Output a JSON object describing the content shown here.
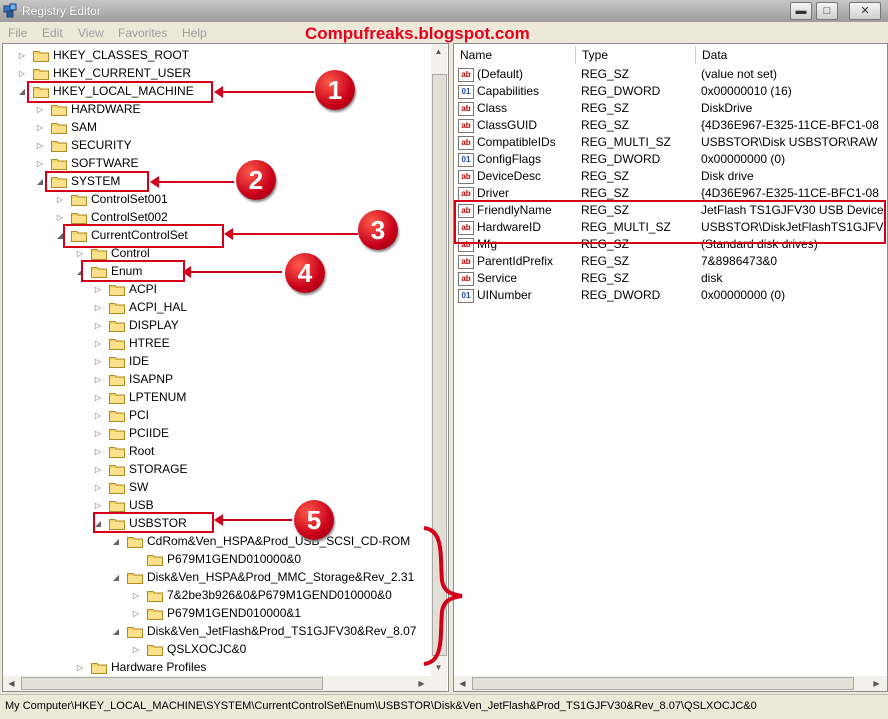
{
  "window": {
    "title": "Registry Editor",
    "watermark": "Compufreaks.blogspot.com",
    "controls": {
      "minimize": "▬",
      "maximize": "□",
      "close": "✕"
    }
  },
  "menu": [
    "File",
    "Edit",
    "View",
    "Favorites",
    "Help"
  ],
  "tree": {
    "nodes": [
      {
        "label": "HKEY_CLASSES_ROOT",
        "expander": "▷"
      },
      {
        "label": "HKEY_CURRENT_USER",
        "expander": "▷"
      },
      {
        "label": "HKEY_LOCAL_MACHINE",
        "expander": "◢"
      },
      {
        "label": "HARDWARE",
        "expander": "▷"
      },
      {
        "label": "SAM",
        "expander": "▷"
      },
      {
        "label": "SECURITY",
        "expander": "▷"
      },
      {
        "label": "SOFTWARE",
        "expander": "▷"
      },
      {
        "label": "SYSTEM",
        "expander": "◢"
      },
      {
        "label": "ControlSet001",
        "expander": "▷"
      },
      {
        "label": "ControlSet002",
        "expander": "▷"
      },
      {
        "label": "CurrentControlSet",
        "expander": "◢"
      },
      {
        "label": "Control",
        "expander": "▷"
      },
      {
        "label": "Enum",
        "expander": "◢"
      },
      {
        "label": "ACPI",
        "expander": "▷"
      },
      {
        "label": "ACPI_HAL",
        "expander": "▷"
      },
      {
        "label": "DISPLAY",
        "expander": "▷"
      },
      {
        "label": "HTREE",
        "expander": "▷"
      },
      {
        "label": "IDE",
        "expander": "▷"
      },
      {
        "label": "ISAPNP",
        "expander": "▷"
      },
      {
        "label": "LPTENUM",
        "expander": "▷"
      },
      {
        "label": "PCI",
        "expander": "▷"
      },
      {
        "label": "PCIIDE",
        "expander": "▷"
      },
      {
        "label": "Root",
        "expander": "▷"
      },
      {
        "label": "STORAGE",
        "expander": "▷"
      },
      {
        "label": "SW",
        "expander": "▷"
      },
      {
        "label": "USB",
        "expander": "▷"
      },
      {
        "label": "USBSTOR",
        "expander": "◢"
      },
      {
        "label": "CdRom&Ven_HSPA&Prod_USB_SCSI_CD-ROM",
        "expander": "◢"
      },
      {
        "label": "P679M1GEND010000&0",
        "expander": ""
      },
      {
        "label": "Disk&Ven_HSPA&Prod_MMC_Storage&Rev_2.31",
        "expander": "◢"
      },
      {
        "label": "7&2be3b926&0&P679M1GEND010000&0",
        "expander": "▷"
      },
      {
        "label": "P679M1GEND010000&1",
        "expander": "▷"
      },
      {
        "label": "Disk&Ven_JetFlash&Prod_TS1GJFV30&Rev_8.07",
        "expander": "◢"
      },
      {
        "label": "QSLXOCJC&0",
        "expander": "▷"
      },
      {
        "label": "Hardware Profiles",
        "expander": "▷"
      }
    ]
  },
  "list": {
    "columns": [
      "Name",
      "Type",
      "Data"
    ],
    "rows": [
      {
        "icon": "ab",
        "name": "(Default)",
        "type": "REG_SZ",
        "data": "(value not set)"
      },
      {
        "icon": "bin",
        "name": "Capabilities",
        "type": "REG_DWORD",
        "data": "0x00000010 (16)"
      },
      {
        "icon": "ab",
        "name": "Class",
        "type": "REG_SZ",
        "data": "DiskDrive"
      },
      {
        "icon": "ab",
        "name": "ClassGUID",
        "type": "REG_SZ",
        "data": "{4D36E967-E325-11CE-BFC1-08"
      },
      {
        "icon": "ab",
        "name": "CompatibleIDs",
        "type": "REG_MULTI_SZ",
        "data": "USBSTOR\\Disk USBSTOR\\RAW"
      },
      {
        "icon": "bin",
        "name": "ConfigFlags",
        "type": "REG_DWORD",
        "data": "0x00000000 (0)"
      },
      {
        "icon": "ab",
        "name": "DeviceDesc",
        "type": "REG_SZ",
        "data": "Disk drive"
      },
      {
        "icon": "ab",
        "name": "Driver",
        "type": "REG_SZ",
        "data": "{4D36E967-E325-11CE-BFC1-08"
      },
      {
        "icon": "ab",
        "name": "FriendlyName",
        "type": "REG_SZ",
        "data": "JetFlash TS1GJFV30 USB Device"
      },
      {
        "icon": "ab",
        "name": "HardwareID",
        "type": "REG_MULTI_SZ",
        "data": "USBSTOR\\DiskJetFlashTS1GJFV"
      },
      {
        "icon": "ab",
        "name": "Mfg",
        "type": "REG_SZ",
        "data": "(Standard disk drives)"
      },
      {
        "icon": "ab",
        "name": "ParentIdPrefix",
        "type": "REG_SZ",
        "data": "7&8986473&0"
      },
      {
        "icon": "ab",
        "name": "Service",
        "type": "REG_SZ",
        "data": "disk"
      },
      {
        "icon": "bin",
        "name": "UINumber",
        "type": "REG_DWORD",
        "data": "0x00000000 (0)"
      }
    ]
  },
  "status": {
    "path": "My Computer\\HKEY_LOCAL_MACHINE\\SYSTEM\\CurrentControlSet\\Enum\\USBSTOR\\Disk&Ven_JetFlash&Prod_TS1GJFV30&Rev_8.07\\QSLXOCJC&0"
  },
  "annotations": {
    "numbers": [
      "1",
      "2",
      "3",
      "4",
      "5"
    ],
    "color": "#d4001a"
  },
  "colors": {
    "folder": "#f4d36a",
    "annotation_red": "#d4001a",
    "watermark_red": "#e8001c"
  }
}
